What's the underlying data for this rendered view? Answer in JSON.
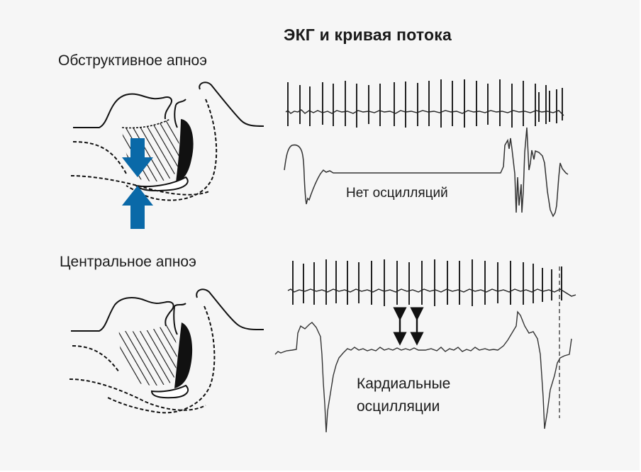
{
  "figure": {
    "title": "ЭКГ и кривая потока",
    "background": "#f6f6f6",
    "accent_color": "#0a69a8",
    "panels": [
      {
        "id": "obstructive",
        "label": "Обструктивное апноэ",
        "illustration": "airway-sagittal-section-collapsed",
        "arrows": [
          "arrow-down-icon",
          "arrow-up-icon"
        ],
        "ecg_trace": "regular ECG, ~27 QRS complexes",
        "flow_trace": "flat line during apnea (no oscillations), resumes with large deflections",
        "annotation": "Нет осцилляций"
      },
      {
        "id": "central",
        "label": "Центральное апноэ",
        "illustration": "airway-sagittal-section-open",
        "arrows": [
          "double-arrow-icon",
          "double-arrow-icon"
        ],
        "ecg_trace": "regular ECG, ~26 QRS complexes",
        "flow_trace": "near-flat line with small cardiac-synchronous oscillations",
        "annotation_line1": "Кардиальные",
        "annotation_line2": "осцилляции"
      }
    ]
  }
}
